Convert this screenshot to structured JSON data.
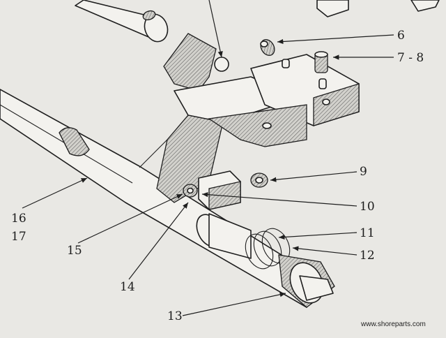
{
  "diagram": {
    "callouts": [
      {
        "id": "6",
        "label": "6"
      },
      {
        "id": "7-8",
        "label": "7 - 8"
      },
      {
        "id": "9",
        "label": "9"
      },
      {
        "id": "10",
        "label": "10"
      },
      {
        "id": "11",
        "label": "11"
      },
      {
        "id": "12",
        "label": "12"
      },
      {
        "id": "13",
        "label": "13"
      },
      {
        "id": "14",
        "label": "14"
      },
      {
        "id": "15",
        "label": "15"
      },
      {
        "id": "16",
        "label": "16"
      },
      {
        "id": "17",
        "label": "17"
      }
    ],
    "credit": "www.shoreparts.com",
    "colors": {
      "ink": "#1e1e1e",
      "paper": "#e9e8e4"
    }
  }
}
